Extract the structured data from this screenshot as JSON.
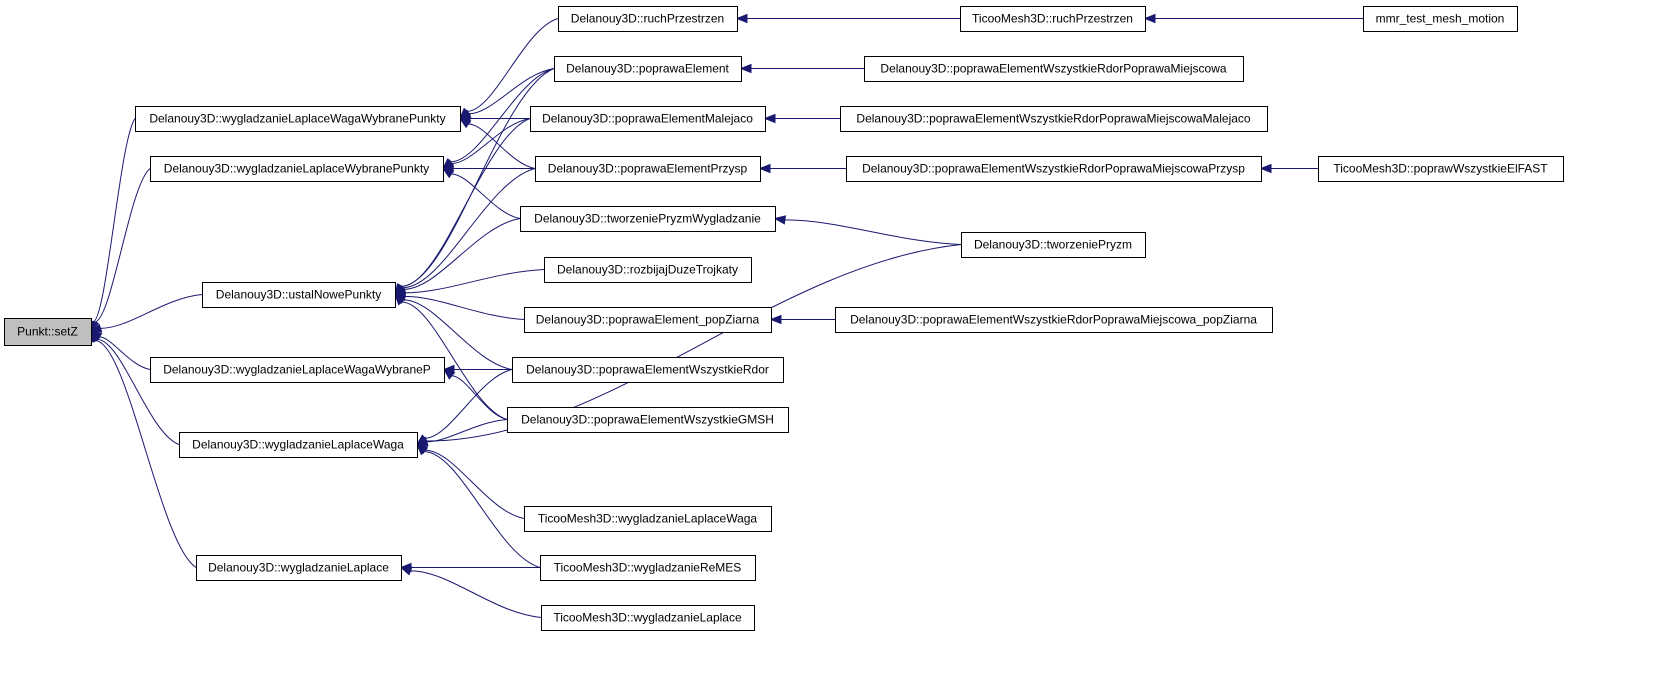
{
  "colors": {
    "edge": "#191970",
    "root_fill": "#bfbfbf",
    "node_fill": "#ffffff",
    "node_stroke": "#000000"
  },
  "nodes": [
    {
      "id": "setZ",
      "label": "Punkt::setZ",
      "root": true
    },
    {
      "id": "wlwwp",
      "label": "Delanouy3D::wygladzanieLaplaceWagaWybranePunkty"
    },
    {
      "id": "wlwp",
      "label": "Delanouy3D::wygladzanieLaplaceWybranePunkty"
    },
    {
      "id": "unp",
      "label": "Delanouy3D::ustalNowePunkty"
    },
    {
      "id": "wlwwP",
      "label": "Delanouy3D::wygladzanieLaplaceWagaWybraneP"
    },
    {
      "id": "wlw",
      "label": "Delanouy3D::wygladzanieLaplaceWaga"
    },
    {
      "id": "wl",
      "label": "Delanouy3D::wygladzanieLaplace"
    },
    {
      "id": "ruchD",
      "label": "Delanouy3D::ruchPrzestrzen"
    },
    {
      "id": "pe",
      "label": "Delanouy3D::poprawaElement"
    },
    {
      "id": "pem",
      "label": "Delanouy3D::poprawaElementMalejaco"
    },
    {
      "id": "pep",
      "label": "Delanouy3D::poprawaElementPrzysp"
    },
    {
      "id": "tpw",
      "label": "Delanouy3D::tworzeniePryzmWygladzanie"
    },
    {
      "id": "rdt",
      "label": "Delanouy3D::rozbijajDuzeTrojkaty"
    },
    {
      "id": "pepz",
      "label": "Delanouy3D::poprawaElement_popZiarna"
    },
    {
      "id": "pewr",
      "label": "Delanouy3D::poprawaElementWszystkieRdor"
    },
    {
      "id": "pewg",
      "label": "Delanouy3D::poprawaElementWszystkieGMSH"
    },
    {
      "id": "twlw",
      "label": "TicooMesh3D::wygladzanieLaplaceWaga"
    },
    {
      "id": "twr",
      "label": "TicooMesh3D::wygladzanieReMES"
    },
    {
      "id": "twl",
      "label": "TicooMesh3D::wygladzanieLaplace"
    },
    {
      "id": "ruchT",
      "label": "TicooMesh3D::ruchPrzestrzen"
    },
    {
      "id": "pewrpm",
      "label": "Delanouy3D::poprawaElementWszystkieRdorPoprawaMiejscowa"
    },
    {
      "id": "pewrpmm",
      "label": "Delanouy3D::poprawaElementWszystkieRdorPoprawaMiejscowaMalejaco"
    },
    {
      "id": "pewrpmp",
      "label": "Delanouy3D::poprawaElementWszystkieRdorPoprawaMiejscowaPrzysp"
    },
    {
      "id": "tp",
      "label": "Delanouy3D::tworzeniePryzm"
    },
    {
      "id": "pewrpmz",
      "label": "Delanouy3D::poprawaElementWszystkieRdorPoprawaMiejscowa_popZiarna"
    },
    {
      "id": "mmr",
      "label": "mmr_test_mesh_motion"
    },
    {
      "id": "tpwef",
      "label": "TicooMesh3D::poprawWszystkieElFAST"
    }
  ],
  "edges": [
    {
      "from": "wlwwp",
      "to": "setZ"
    },
    {
      "from": "wlwp",
      "to": "setZ"
    },
    {
      "from": "unp",
      "to": "setZ"
    },
    {
      "from": "wlwwP",
      "to": "setZ"
    },
    {
      "from": "wlw",
      "to": "setZ"
    },
    {
      "from": "wl",
      "to": "setZ"
    },
    {
      "from": "ruchD",
      "to": "wlwwp"
    },
    {
      "from": "pe",
      "to": "wlwwp"
    },
    {
      "from": "pem",
      "to": "wlwwp"
    },
    {
      "from": "pep",
      "to": "wlwwp"
    },
    {
      "from": "pe",
      "to": "wlwp"
    },
    {
      "from": "pem",
      "to": "wlwp"
    },
    {
      "from": "pep",
      "to": "wlwp"
    },
    {
      "from": "tpw",
      "to": "wlwp"
    },
    {
      "from": "pe",
      "to": "unp"
    },
    {
      "from": "pem",
      "to": "unp"
    },
    {
      "from": "pep",
      "to": "unp"
    },
    {
      "from": "tpw",
      "to": "unp"
    },
    {
      "from": "rdt",
      "to": "unp"
    },
    {
      "from": "pepz",
      "to": "unp"
    },
    {
      "from": "pewr",
      "to": "unp"
    },
    {
      "from": "pewg",
      "to": "unp"
    },
    {
      "from": "pewr",
      "to": "wlwwP"
    },
    {
      "from": "pewg",
      "to": "wlwwP"
    },
    {
      "from": "pewr",
      "to": "wlw"
    },
    {
      "from": "pewg",
      "to": "wlw"
    },
    {
      "from": "tp",
      "to": "wlw"
    },
    {
      "from": "twlw",
      "to": "wlw"
    },
    {
      "from": "twr",
      "to": "wlw"
    },
    {
      "from": "twr",
      "to": "wl"
    },
    {
      "from": "twl",
      "to": "wl"
    },
    {
      "from": "ruchT",
      "to": "ruchD"
    },
    {
      "from": "mmr",
      "to": "ruchT"
    },
    {
      "from": "pewrpm",
      "to": "pe"
    },
    {
      "from": "pewrpmm",
      "to": "pem"
    },
    {
      "from": "pewrpmp",
      "to": "pep"
    },
    {
      "from": "tpwef",
      "to": "pewrpmp"
    },
    {
      "from": "tp",
      "to": "tpw"
    },
    {
      "from": "pewrpmz",
      "to": "pepz"
    }
  ]
}
